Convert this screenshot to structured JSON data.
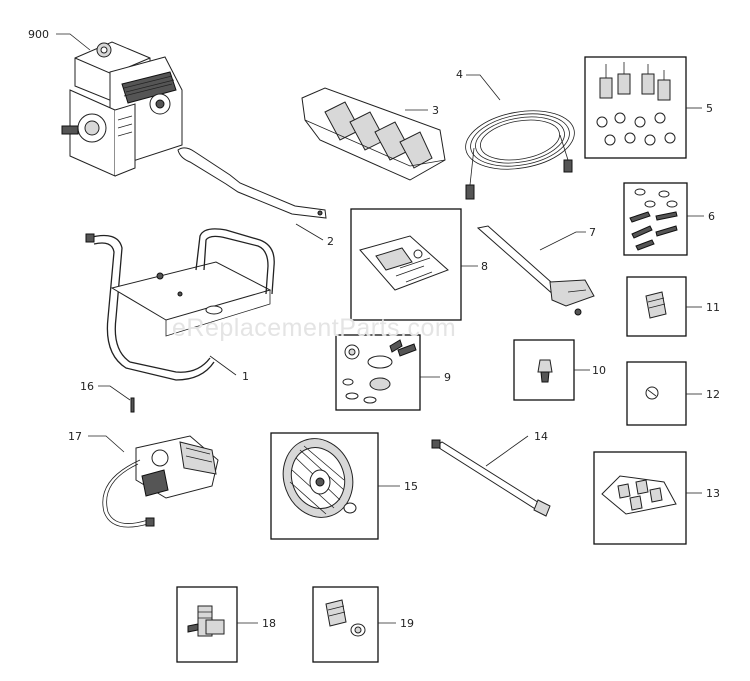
{
  "watermark": "eReplacementParts.com",
  "callouts": [
    "900",
    "1",
    "2",
    "3",
    "4",
    "5",
    "6",
    "7",
    "8",
    "9",
    "10",
    "11",
    "12",
    "13",
    "14",
    "15",
    "16",
    "17",
    "18",
    "19"
  ]
}
